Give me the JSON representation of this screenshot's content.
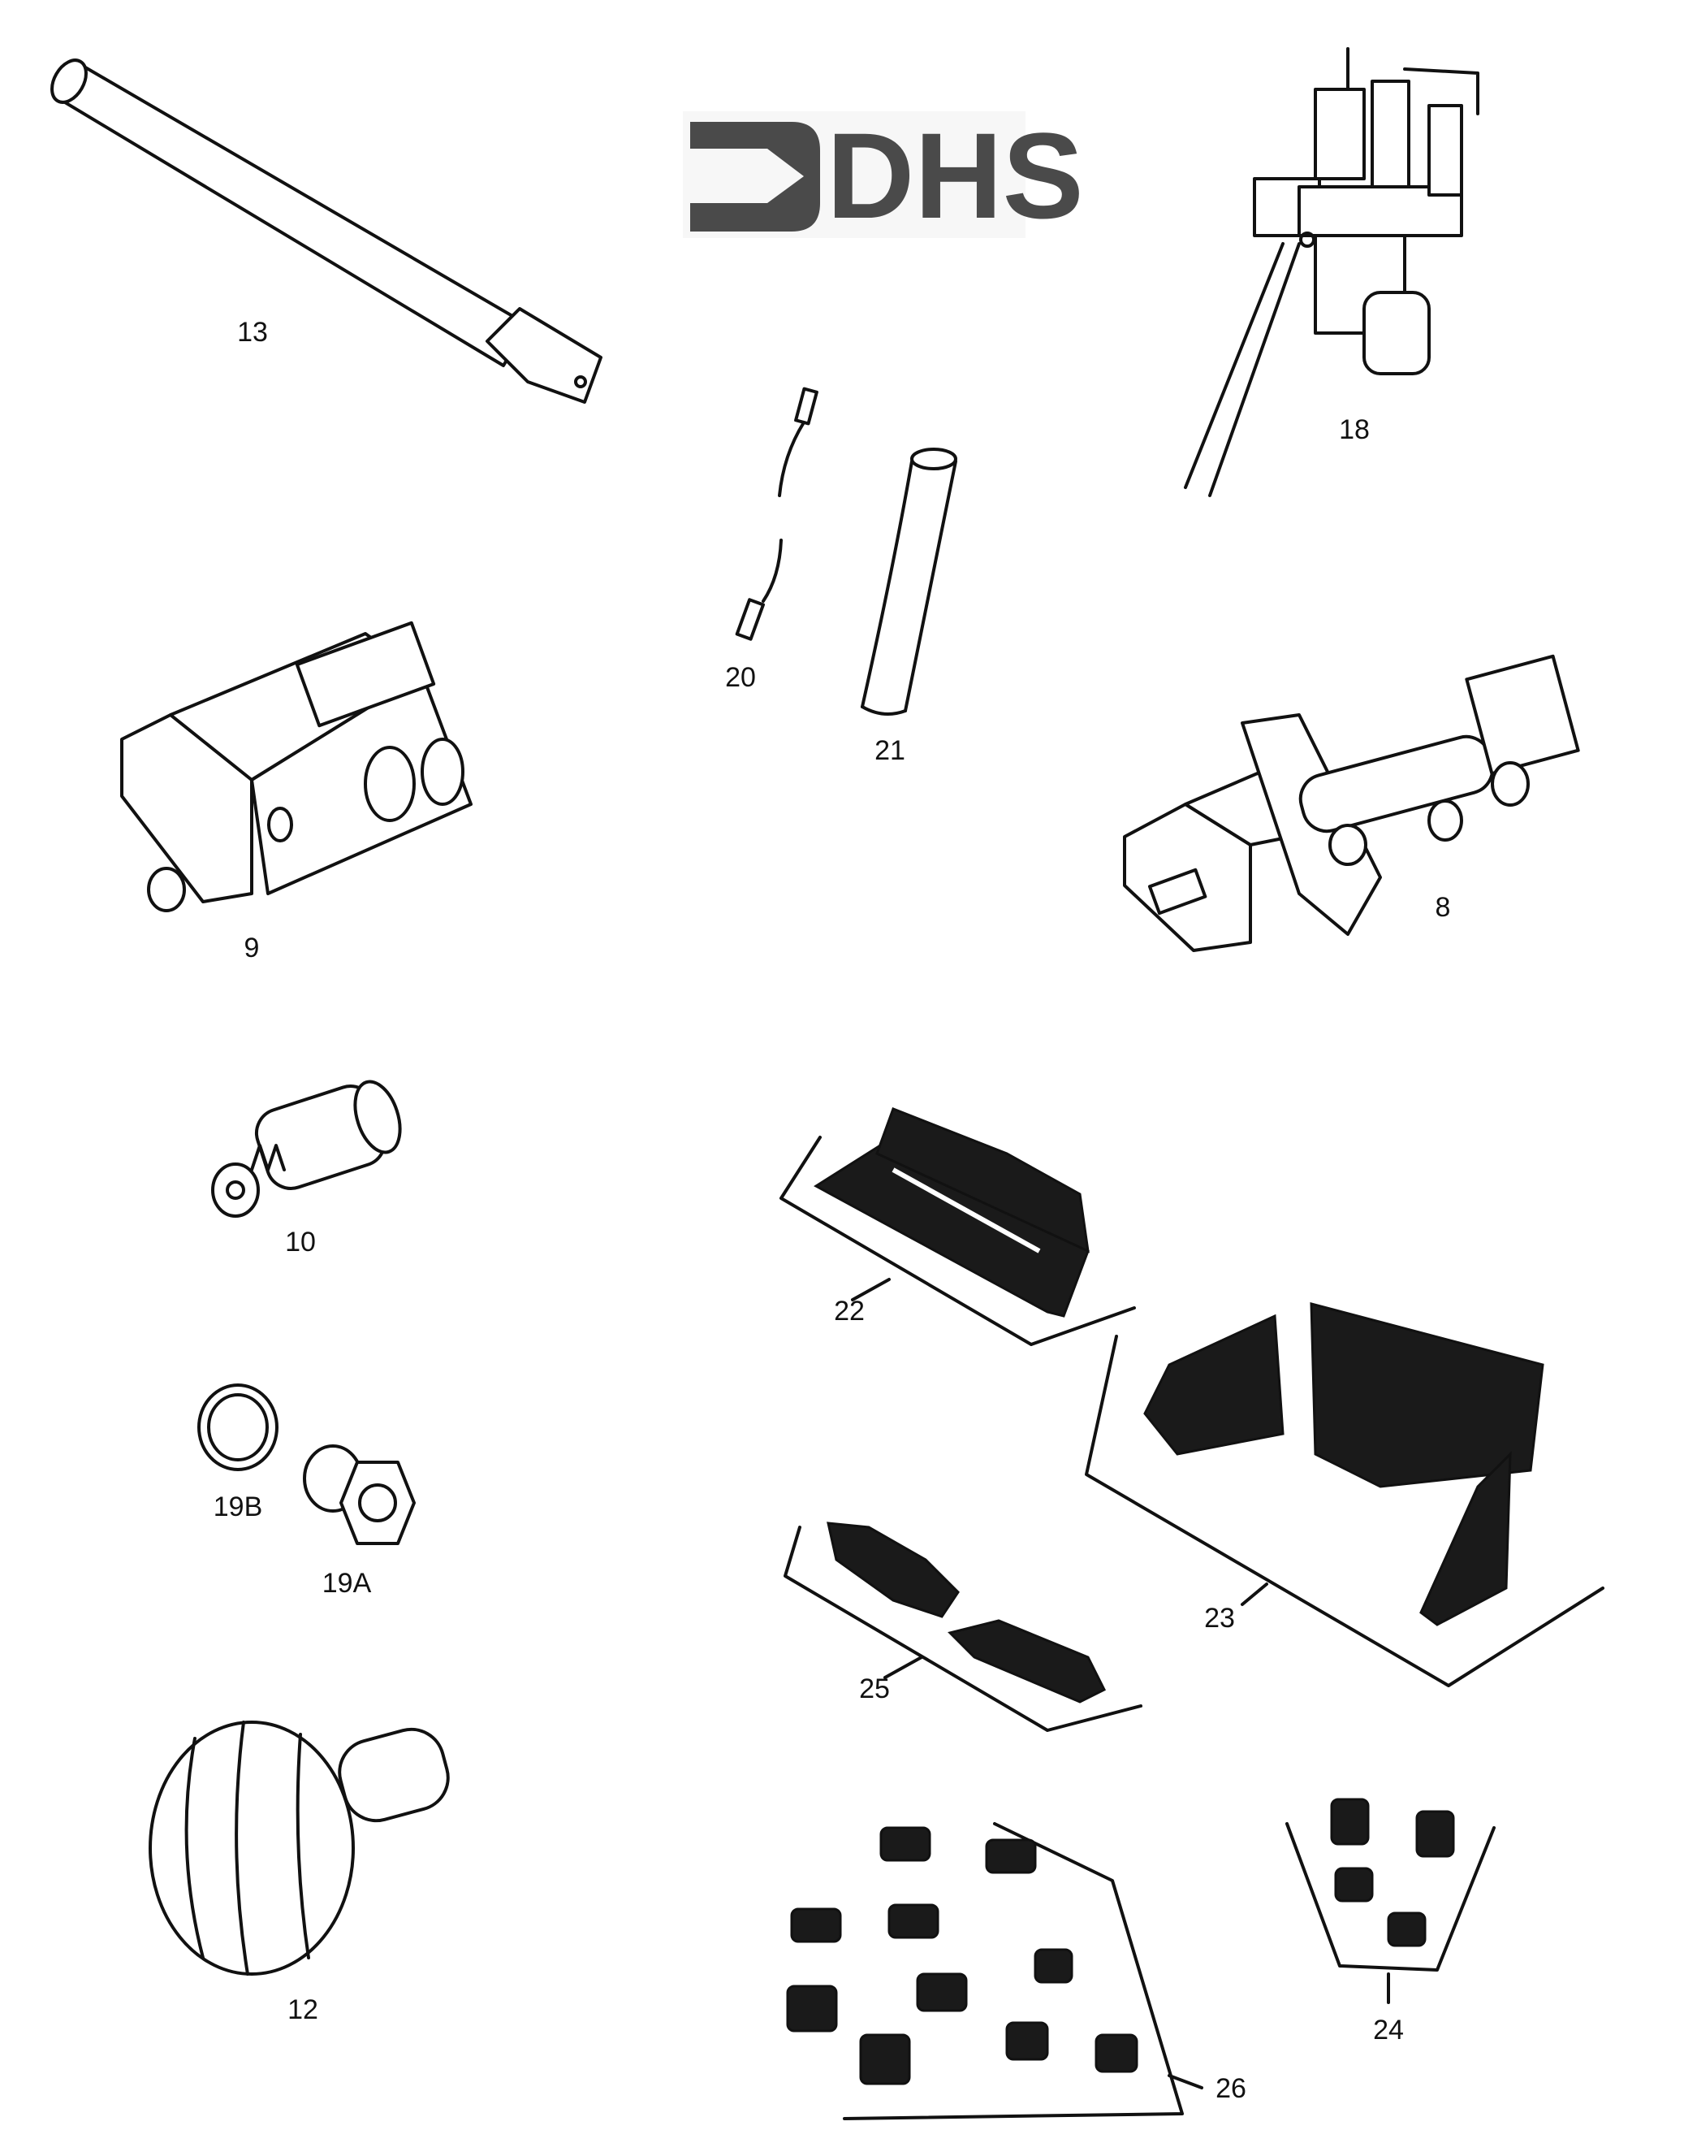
{
  "logo": {
    "text": "DHS",
    "color": "#4a4a4a"
  },
  "parts": [
    {
      "id": "13",
      "label": "13"
    },
    {
      "id": "18",
      "label": "18"
    },
    {
      "id": "20",
      "label": "20"
    },
    {
      "id": "21",
      "label": "21"
    },
    {
      "id": "9",
      "label": "9"
    },
    {
      "id": "8",
      "label": "8"
    },
    {
      "id": "10",
      "label": "10"
    },
    {
      "id": "22",
      "label": "22"
    },
    {
      "id": "19B",
      "label": "19B"
    },
    {
      "id": "19A",
      "label": "19A"
    },
    {
      "id": "23",
      "label": "23"
    },
    {
      "id": "25",
      "label": "25"
    },
    {
      "id": "12",
      "label": "12"
    },
    {
      "id": "24",
      "label": "24"
    },
    {
      "id": "26",
      "label": "26"
    }
  ]
}
